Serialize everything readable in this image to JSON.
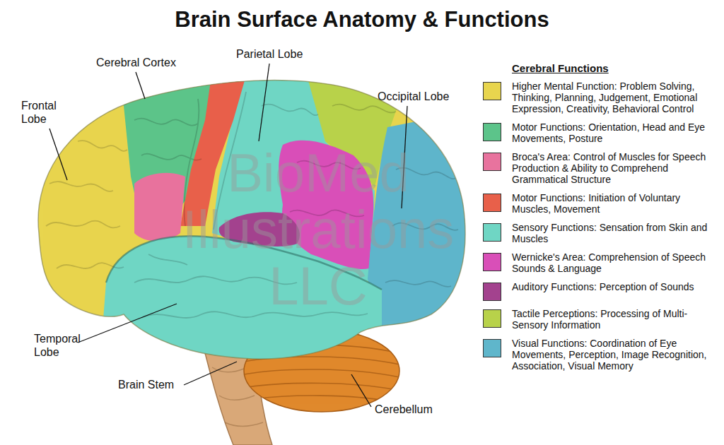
{
  "diagram": {
    "title": "Brain Surface Anatomy & Functions",
    "labels": [
      "Frontal Lobe",
      "Cerebral Cortex",
      "Parietal Lobe",
      "Occipital Lobe",
      "Temporal Lobe",
      "Brain Stem",
      "Cerebellum",
      "Cerebral Functions",
      "BioMed Illustrations LLC"
    ],
    "legend": [
      {
        "text": "Higher Mental Function: Problem Solving, Thinking, Planning, Judgement, Emotional Expression, Creativity, Behavioral Control",
        "color": "#e8d54e"
      },
      {
        "text": "Motor Functions: Orientation, Head and Eye Movements, Posture",
        "color": "#5cc48a"
      },
      {
        "text": "Broca's Area: Control of Muscles for Speech Production & Ability to Comprehend Grammatical Structure",
        "color": "#e8739e"
      },
      {
        "text": "Motor Functions: Initiation of Voluntary Muscles, Movement",
        "color": "#e8604a"
      },
      {
        "text": "Sensory Functions: Sensation from Skin and Muscles",
        "color": "#6fd6c4"
      },
      {
        "text": "Wernicke's Area: Comprehension of Speech Sounds & Language",
        "color": "#d94fb8"
      },
      {
        "text": "Auditory Functions: Perception of Sounds",
        "color": "#a3428e"
      },
      {
        "text": "Tactile Perceptions: Processing of Multi-Sensory Information",
        "color": "#b8d24a"
      },
      {
        "text": "Visual Functions: Coordination of Eye Movements, Perception, Image Recognition, Association, Visual Memory",
        "color": "#5fb6cb"
      }
    ]
  }
}
